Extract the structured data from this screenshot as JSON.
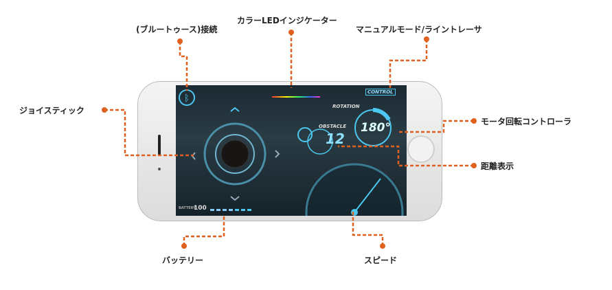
{
  "callouts": {
    "bluetooth": "(ブルートゥース)接続",
    "led": "カラーLEDインジケーター",
    "mode": "マニュアルモード/ライントレーサ",
    "joystick": "ジョイスティック",
    "motor": "モータ回転コントローラ",
    "distance": "距離表示",
    "battery": "バッテリー",
    "speed": "スピード"
  },
  "app": {
    "mode_button": "CONTROL",
    "rotation_label": "ROTATION",
    "rotation_value": "180°",
    "obstacle_label": "OBSTACLE",
    "obstacle_value": "12",
    "battery_label": "BATTERY",
    "battery_value": "100"
  },
  "colors": {
    "accent": "#e0611f",
    "hud": "#4cc8f0"
  }
}
